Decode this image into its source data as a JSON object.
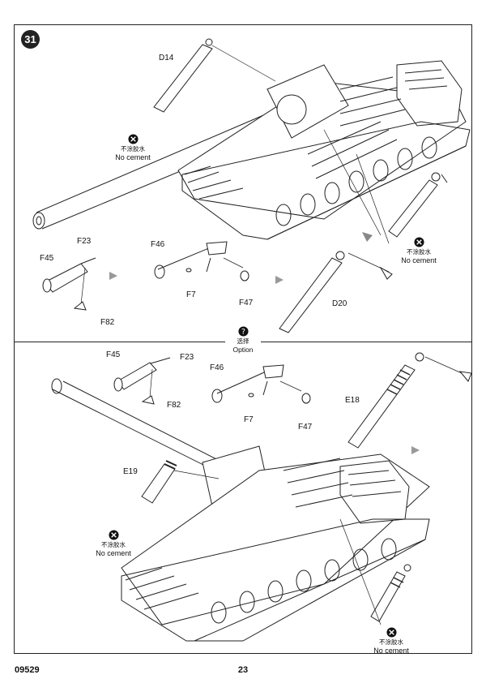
{
  "step_number": "31",
  "top_section": {
    "labels": {
      "d14": "D14",
      "f23": "F23",
      "f45": "F45",
      "f82": "F82",
      "f46": "F46",
      "f7": "F7",
      "f47": "F47",
      "d20": "D20"
    },
    "notes": [
      {
        "cn": "不涂胶水",
        "en": "No cement"
      },
      {
        "cn": "不涂胶水",
        "en": "No cement"
      }
    ]
  },
  "option": {
    "cn": "选择",
    "en": "Option",
    "icon": "question-icon"
  },
  "bottom_section": {
    "labels": {
      "f45": "F45",
      "f23": "F23",
      "f82": "F82",
      "f46": "F46",
      "f7": "F7",
      "f47": "F47",
      "e18": "E18",
      "e19": "E19"
    },
    "notes": [
      {
        "cn": "不涂胶水",
        "en": "No cement"
      },
      {
        "cn": "不涂胶水",
        "en": "No cement"
      }
    ]
  },
  "footer": {
    "code": "09529",
    "page": "23"
  }
}
